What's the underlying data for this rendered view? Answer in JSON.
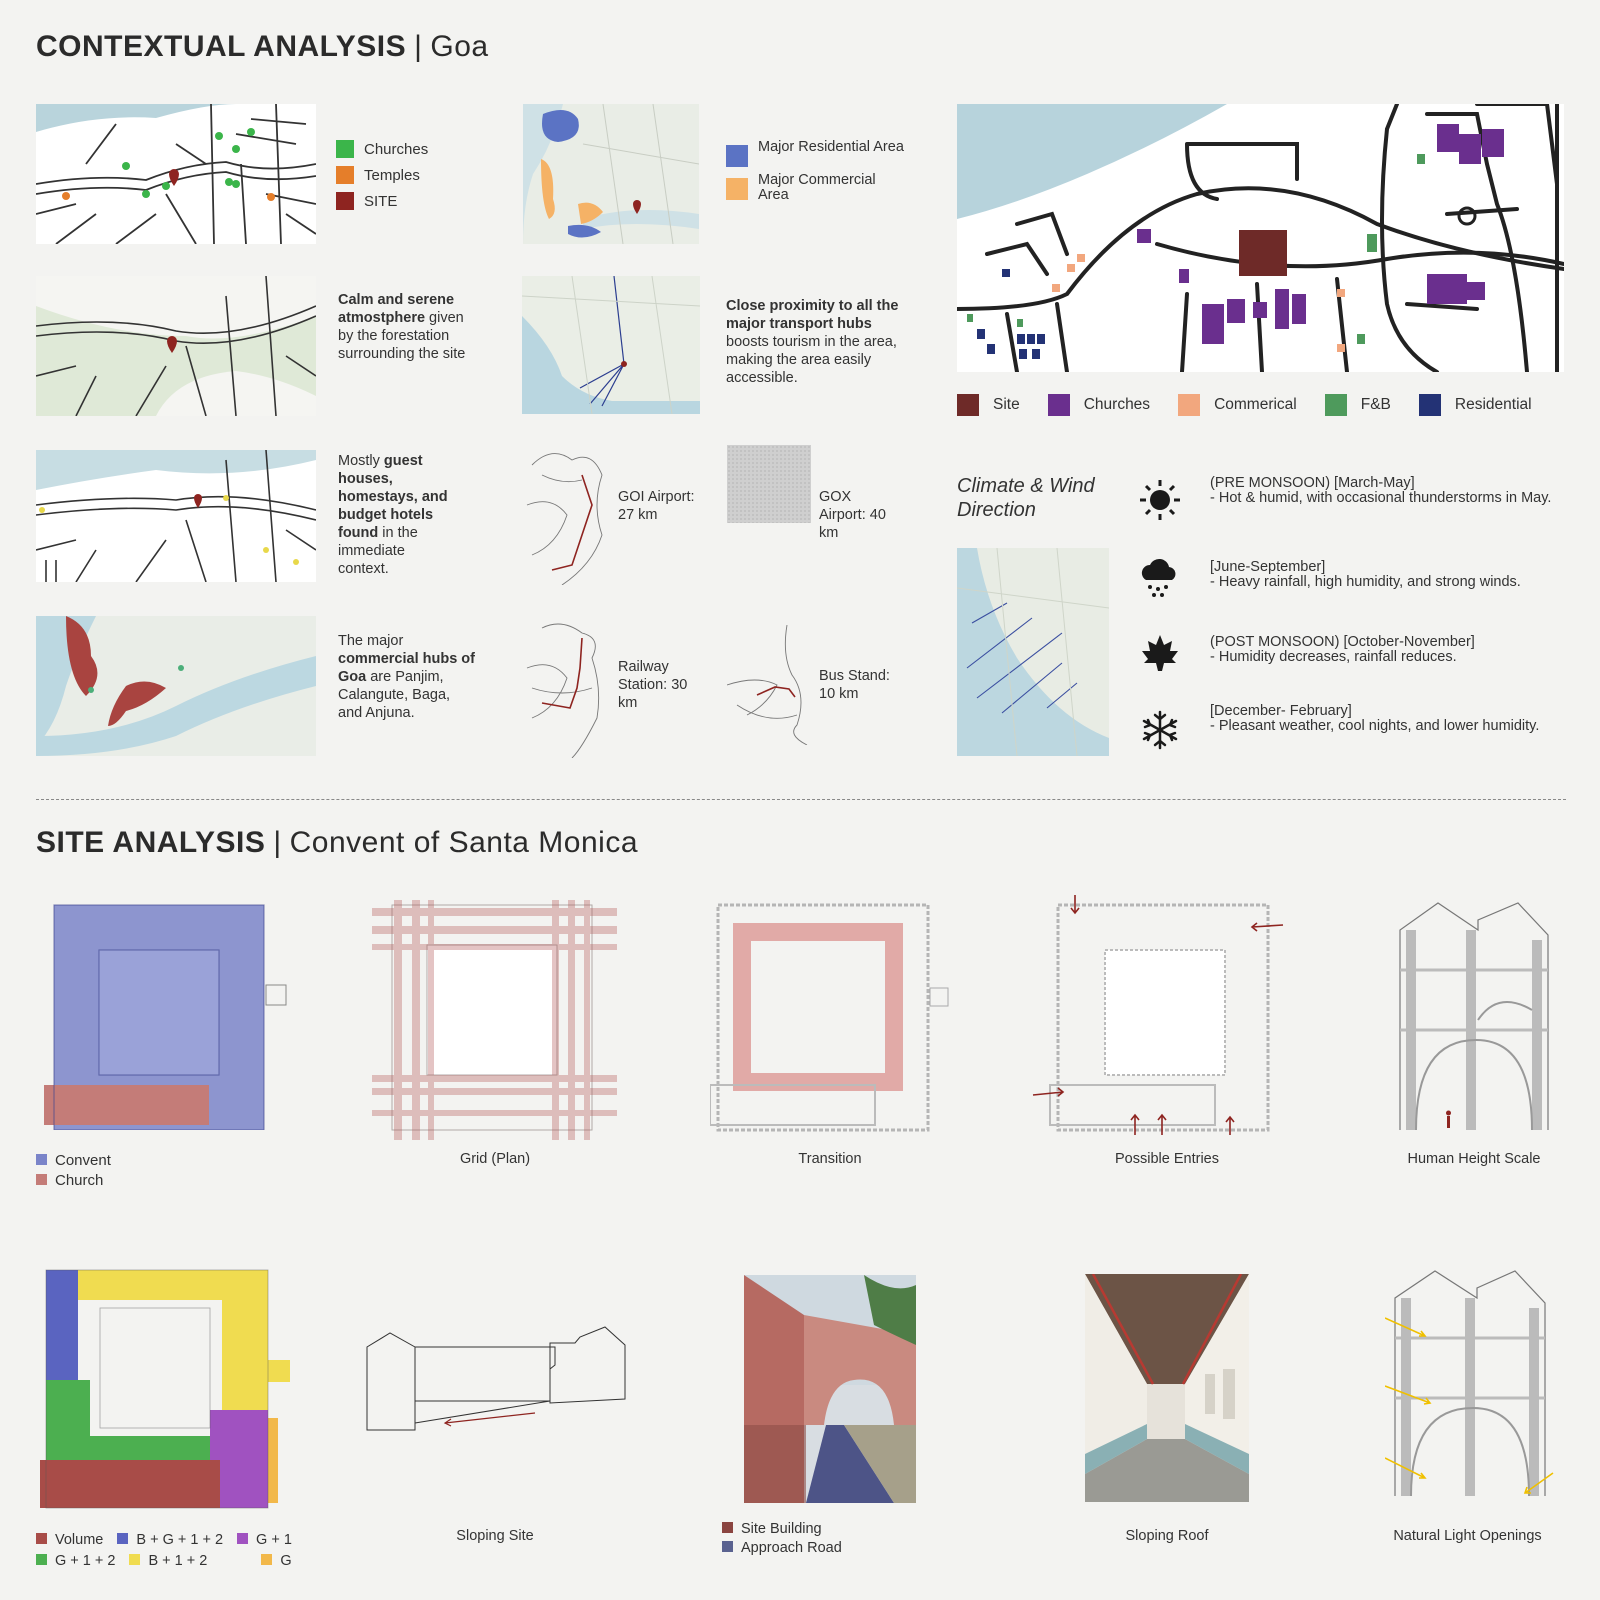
{
  "contextual": {
    "title_bold": "CONTEXTUAL ANALYSIS",
    "separator": "|",
    "title_place": "Goa",
    "legend1": [
      {
        "label": "Churches",
        "color": "#3bb54a"
      },
      {
        "label": "Temples",
        "color": "#e57e2a"
      },
      {
        "label": "SITE",
        "color": "#8e2420"
      }
    ],
    "legend2": [
      {
        "label": "Major Residential Area",
        "color": "#5b73c4"
      },
      {
        "label": "Major Commercial Area",
        "color": "#f5b266"
      }
    ],
    "text_calm": {
      "bold": "Calm and serene atmostphere",
      "rest": " given by the forestation surrounding the site"
    },
    "text_transport": {
      "bold": "Close proximity to all the major transport hubs",
      "rest": " boosts tourism in the area, making the area easily accessible."
    },
    "text_guest": {
      "pre": "Mostly ",
      "bold": "guest houses, homestays, and budget hotels found",
      "rest": " in the immediate context."
    },
    "text_commercial": {
      "pre": "The major ",
      "bold": "commercial hubs of Goa",
      "rest": " are Panjim, Calangute, Baga, and Anjuna."
    },
    "transport": [
      {
        "label": "GOI Airport: 27 km"
      },
      {
        "label": "GOX Airport: 40 km"
      },
      {
        "label": "Railway Station: 30 km"
      },
      {
        "label": "Bus Stand: 10 km"
      }
    ],
    "big_legend": [
      {
        "label": "Site",
        "color": "#6e2a28"
      },
      {
        "label": "Churches",
        "color": "#6a2f8e"
      },
      {
        "label": "Commerical",
        "color": "#f2a77e"
      },
      {
        "label": "F&B",
        "color": "#4e9a5c"
      },
      {
        "label": "Residential",
        "color": "#233275"
      }
    ],
    "climate_title": "Climate & Wind Direction",
    "climate": [
      {
        "icon": "sun-icon",
        "line1": "(PRE MONSOON) [March-May]",
        "line2": "- Hot & humid, with occasional thunderstorms in May."
      },
      {
        "icon": "rain-cloud-icon",
        "line1": "[June-September]",
        "line2": "- Heavy rainfall, high humidity, and strong winds."
      },
      {
        "icon": "maple-leaf-icon",
        "line1": "(POST MONSOON) [October-November]",
        "line2": "- Humidity decreases, rainfall reduces."
      },
      {
        "icon": "snowflake-icon",
        "line1": "[December- February]",
        "line2": "- Pleasant weather, cool nights, and lower humidity."
      }
    ]
  },
  "site": {
    "title_bold": "SITE ANALYSIS",
    "separator": "|",
    "title_place": "Convent of Santa Monica",
    "legend_convent": [
      {
        "label": "Convent",
        "color": "#7a84c9"
      },
      {
        "label": "Church",
        "color": "#c47c78"
      }
    ],
    "captions_row1": [
      "Grid (Plan)",
      "Transition",
      "Possible Entries",
      "Human Height Scale"
    ],
    "volume_legend": [
      {
        "label": "Volume",
        "color": "#a84c48"
      },
      {
        "label": "B + G + 1 + 2",
        "color": "#5a64c0"
      },
      {
        "label": "G + 1",
        "color": "#a052c0"
      },
      {
        "label": "G + 1 + 2",
        "color": "#4caf50"
      },
      {
        "label": "B + 1 + 2",
        "color": "#f0dc50"
      },
      {
        "label": "G",
        "color": "#f2b84a"
      }
    ],
    "caption_sloping_site": "Sloping Site",
    "road_legend": [
      {
        "label": "Site Building",
        "color": "#8a4440"
      },
      {
        "label": "Approach Road",
        "color": "#5a6290"
      }
    ],
    "caption_sloping_roof": "Sloping Roof",
    "caption_natural_light": "Natural Light Openings"
  }
}
